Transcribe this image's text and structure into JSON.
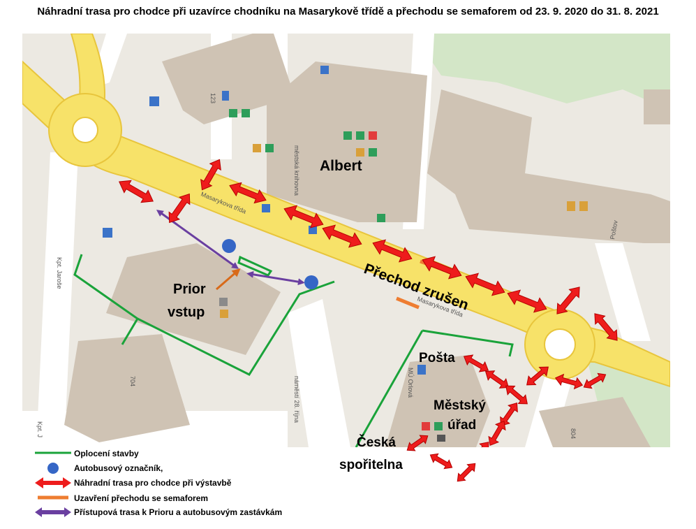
{
  "title": "Náhradní trasa pro chodce při uzavírce chodníku na Masarykově třídě a přechodu se semaforem od 23. 9. 2020 do 31. 8. 2021",
  "map_labels": {
    "albert": "Albert",
    "prior_line1": "Prior",
    "prior_line2": "vstup",
    "crossing_cancelled": "Přechod zrušen",
    "posta": "Pošta",
    "mestsky_line1": "Městský",
    "mestsky_line2": "úřad",
    "sporitelna_line1": "Česká",
    "sporitelna_line2": "spořitelna"
  },
  "street_labels": {
    "masarykova_top": "Masarykova třída",
    "masarykova_bottom": "Masarykova třída",
    "kpt_janose": "Kpt. Jaroše",
    "kpt_j": "Kpt. J",
    "namesti": "náměstí 28. října",
    "postovni": "Poštov",
    "num_123": "123",
    "num_704": "704",
    "num_804": "804",
    "mestska_knihovna": "městská knihovna",
    "mu_orlova": "MÚ Orlová"
  },
  "legend": [
    {
      "label": "Oplocení stavby",
      "symbol": "green-line",
      "color": "#1aa33a"
    },
    {
      "label": "Autobusový označník,",
      "symbol": "blue-dot",
      "color": "#3566c6"
    },
    {
      "label": "Náhradní trasa pro chodce při výstavbě",
      "symbol": "red-arrow",
      "color": "#ee1c1c"
    },
    {
      "label": "Uzavření přechodu se semaforem",
      "symbol": "orange-line",
      "color": "#ee7d31"
    },
    {
      "label": "Přístupová trasa k Prioru a autobusovým zastávkám",
      "symbol": "purple-arrow",
      "color": "#6a3fa0"
    }
  ],
  "colors": {
    "road": "#f7e269",
    "road_edge": "#e8c53c",
    "building": "#cfc3b4",
    "block": "#ece9e2",
    "park": "#d3e6c7",
    "fence": "#1aa33a",
    "detour": "#ee1c1c",
    "closure": "#ee7d31",
    "access": "#6a3fa0",
    "bus_stop": "#3566c6"
  }
}
